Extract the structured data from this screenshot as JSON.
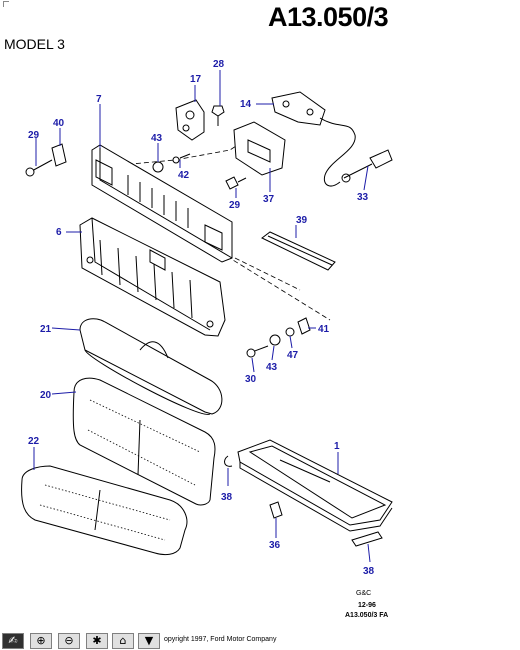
{
  "header": {
    "title": "A13.050/3",
    "model": "MODEL 3"
  },
  "callouts": [
    {
      "id": "c1",
      "label": "1"
    },
    {
      "id": "c6",
      "label": "6"
    },
    {
      "id": "c7",
      "label": "7"
    },
    {
      "id": "c14",
      "label": "14"
    },
    {
      "id": "c17",
      "label": "17"
    },
    {
      "id": "c20",
      "label": "20"
    },
    {
      "id": "c21",
      "label": "21"
    },
    {
      "id": "c22",
      "label": "22"
    },
    {
      "id": "c28",
      "label": "28"
    },
    {
      "id": "c29a",
      "label": "29"
    },
    {
      "id": "c29b",
      "label": "29"
    },
    {
      "id": "c30",
      "label": "30"
    },
    {
      "id": "c33",
      "label": "33"
    },
    {
      "id": "c36",
      "label": "36"
    },
    {
      "id": "c37",
      "label": "37"
    },
    {
      "id": "c38a",
      "label": "38"
    },
    {
      "id": "c38b",
      "label": "38"
    },
    {
      "id": "c39",
      "label": "39"
    },
    {
      "id": "c40",
      "label": "40"
    },
    {
      "id": "c41",
      "label": "41"
    },
    {
      "id": "c42",
      "label": "42"
    },
    {
      "id": "c43a",
      "label": "43"
    },
    {
      "id": "c43b",
      "label": "43"
    },
    {
      "id": "c47",
      "label": "47"
    }
  ],
  "credits": {
    "gc": "G&C",
    "date": "12-96",
    "ref": "A13.050/3 FA"
  },
  "toolbar": {
    "buttons": [
      {
        "name": "select-tool-button",
        "icon": "hand-icon",
        "glyph": "✍"
      },
      {
        "name": "zoom-in-button",
        "icon": "zoom-in-icon",
        "glyph": "⊕"
      },
      {
        "name": "zoom-out-button",
        "icon": "zoom-out-icon",
        "glyph": "⊖"
      },
      {
        "name": "fit-button",
        "icon": "sparkle-icon",
        "glyph": "✱"
      },
      {
        "name": "home-button",
        "icon": "home-icon",
        "glyph": "⌂"
      },
      {
        "name": "menu-button",
        "icon": "triangle-down-icon",
        "glyph": "▼"
      }
    ],
    "copyright": "opyright 1997, Ford Motor Company"
  }
}
